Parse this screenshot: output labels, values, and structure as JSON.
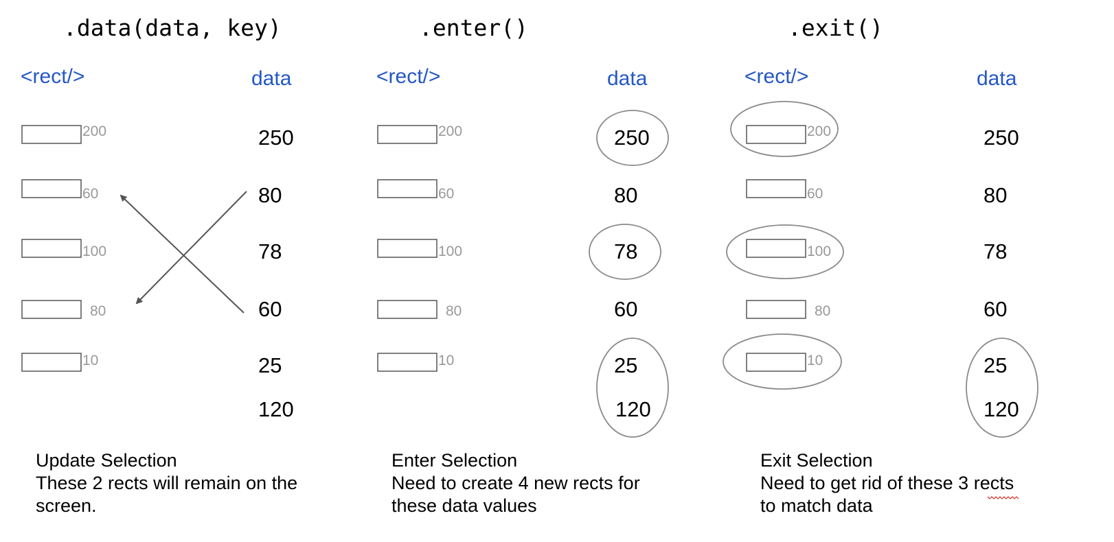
{
  "panels": [
    {
      "heading": ".data(data, key)",
      "rect_label": "<rect/>",
      "data_label": "data",
      "rect_values": [
        "200",
        "60",
        "100",
        "80",
        "10"
      ],
      "data_values": [
        "250",
        "80",
        "78",
        "60",
        "25",
        "120"
      ],
      "caption": {
        "title": "Update Selection",
        "line1": "These 2 rects will remain on the",
        "line2": "screen."
      }
    },
    {
      "heading": ".enter()",
      "rect_label": "<rect/>",
      "data_label": "data",
      "rect_values": [
        "200",
        "60",
        "100",
        "80",
        "10"
      ],
      "data_values": [
        "250",
        "80",
        "78",
        "60",
        "25",
        "120"
      ],
      "caption": {
        "title": "Enter Selection",
        "line1": "Need to create 4 new rects for",
        "line2": "these data values"
      }
    },
    {
      "heading": ".exit()",
      "rect_label": "<rect/>",
      "data_label": "data",
      "rect_values": [
        "200",
        "60",
        "100",
        "80",
        "10"
      ],
      "data_values": [
        "250",
        "80",
        "78",
        "60",
        "25",
        "120"
      ],
      "caption": {
        "title": "Exit Selection",
        "line1": "Need to get rid of these 3 rects",
        "line2": "to match data"
      }
    }
  ],
  "colors": {
    "heading_blue": "#2457c5",
    "rect_label_gray": "#999999",
    "outline": "#555555",
    "ellipse": "#8a8a8a"
  }
}
